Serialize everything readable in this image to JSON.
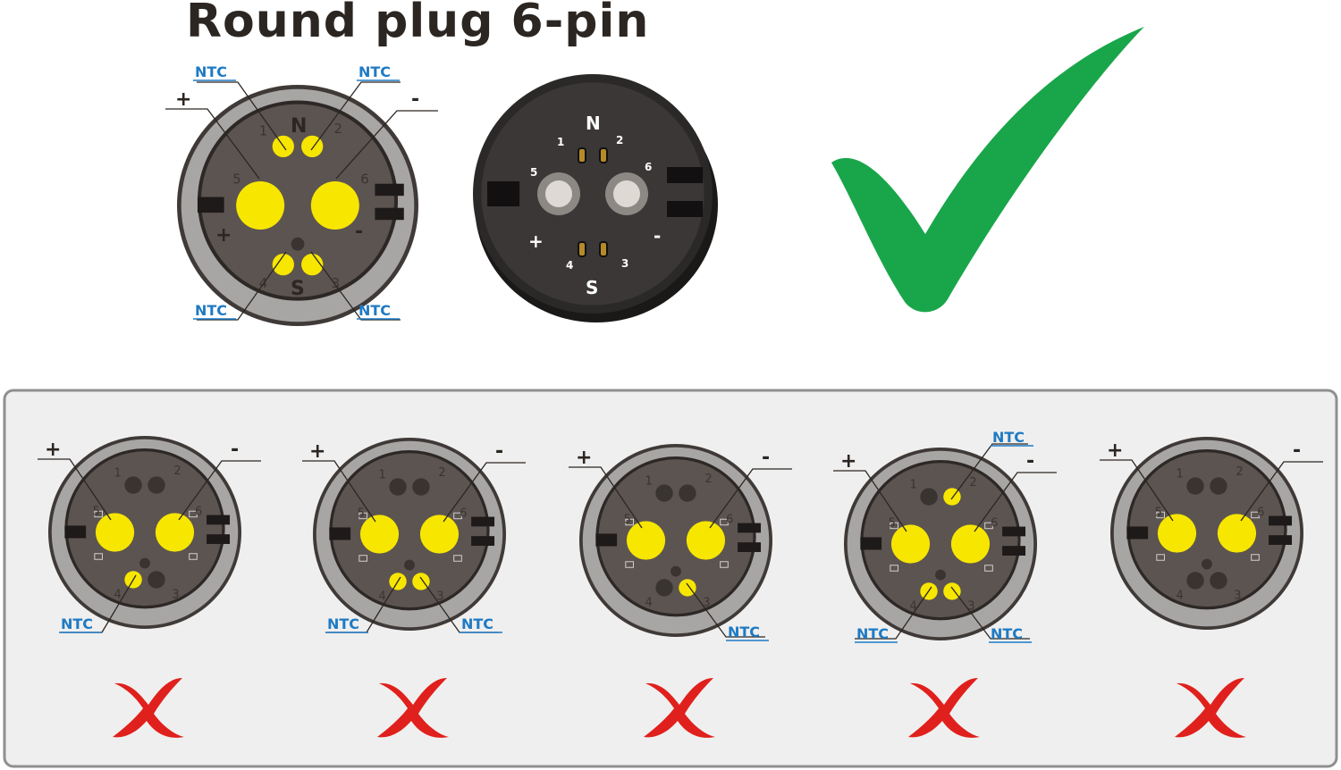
{
  "title": "Round plug 6-pin",
  "labels": {
    "ntc": "NTC",
    "plus": "+",
    "minus": "-",
    "north": "N",
    "south": "S",
    "pins": [
      "1",
      "2",
      "3",
      "4",
      "5",
      "6"
    ]
  },
  "colors": {
    "pin_active": "#f7e600",
    "pin_inactive": "#3a3430",
    "face": "#5c5450",
    "ring": "#a8a6a5",
    "ntc_text": "#1f7ac3",
    "check": "#19a64a",
    "cross": "#e0201c",
    "panel_bg": "#efefef",
    "panel_border": "#8f8f8f"
  },
  "correct": {
    "diagram_active_pins": [
      "1",
      "2",
      "3",
      "4",
      "5",
      "6"
    ],
    "photo_labels": [
      "N",
      "S",
      "+",
      "-",
      "1",
      "2",
      "3",
      "4",
      "5",
      "6"
    ],
    "indicator": "check-icon"
  },
  "wrong_variants": [
    {
      "active_pins": [
        "4",
        "5",
        "6"
      ],
      "ntc_labels": [
        "NTC"
      ],
      "indicator": "cross-icon"
    },
    {
      "active_pins": [
        "3",
        "4",
        "5",
        "6"
      ],
      "ntc_labels": [
        "NTC",
        "NTC"
      ],
      "indicator": "cross-icon"
    },
    {
      "active_pins": [
        "3",
        "5",
        "6"
      ],
      "ntc_labels": [
        "NTC"
      ],
      "indicator": "cross-icon"
    },
    {
      "active_pins": [
        "2",
        "3",
        "4",
        "5",
        "6"
      ],
      "ntc_labels": [
        "NTC",
        "NTC",
        "NTC"
      ],
      "indicator": "cross-icon"
    },
    {
      "active_pins": [
        "5",
        "6"
      ],
      "ntc_labels": [],
      "indicator": "cross-icon"
    }
  ]
}
